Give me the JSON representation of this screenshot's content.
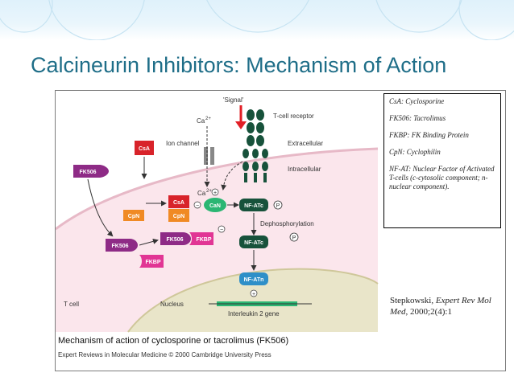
{
  "slide": {
    "title": "Calcineurin Inhibitors: Mechanism of Action"
  },
  "legend": {
    "entries": [
      "CsA: Cyclosporine",
      "FK506: Tacrolimus",
      "FKBP: FK Binding Protein",
      "CpN: Cyclophilin",
      "NF-AT: Nuclear Factor of Activated T-cells (c-cytosolic component; n-nuclear component)."
    ]
  },
  "citation": {
    "author": "Stepkowski,",
    "journal": "Expert Rev Mol Med",
    "details": ", 2000;2(4):1"
  },
  "figure": {
    "caption": "Mechanism of action of cyclosporine or tacrolimus (FK506)",
    "copyright": "Expert Reviews in Molecular Medicine © 2000 Cambridge University Press",
    "labels": {
      "signal": "'Signal'",
      "tcell_receptor": "T-cell receptor",
      "ca_top": "Ca",
      "ca_top_sup": "2+",
      "ion_channel": "Ion channel",
      "extracellular": "Extracellular",
      "intracellular": "Intracellular",
      "ca_mid": "Ca",
      "ca_mid_sup": "2+",
      "plus1": "+",
      "plus2": "+",
      "minus1": "−",
      "minus2": "−",
      "dephosphorylation": "Dephosphorylation",
      "nucleus": "Nucleus",
      "t_cell": "T cell",
      "interleukin": "Interleukin 2 gene",
      "p1": "P",
      "p2": "P"
    },
    "molecules": {
      "csa_free": "CsA",
      "fk506_free": "FK506",
      "csa_complex": "CsA",
      "cpn_complex": "CpN",
      "cpn_free": "CpN",
      "can": "CaN",
      "nfatc1": "NF-ATc",
      "nfatc2": "NF-ATc",
      "fk506_complex1": "FK506",
      "fk506_complex2": "FK506",
      "fkbp_complex": "FKBP",
      "fkbp_free": "FKBP",
      "nfatn": "NF-ATn"
    },
    "colors": {
      "csa": "#d8232a",
      "cpn": "#f08a24",
      "fk506": "#8e2b86",
      "fkbp": "#e13594",
      "can": "#2bb673",
      "nfat": "#17523b",
      "nfatn": "#2f8fc8",
      "cytoplasm": "#fbe6ec",
      "nucleus": "#e9e5c9",
      "signal": "#e21f26"
    }
  }
}
